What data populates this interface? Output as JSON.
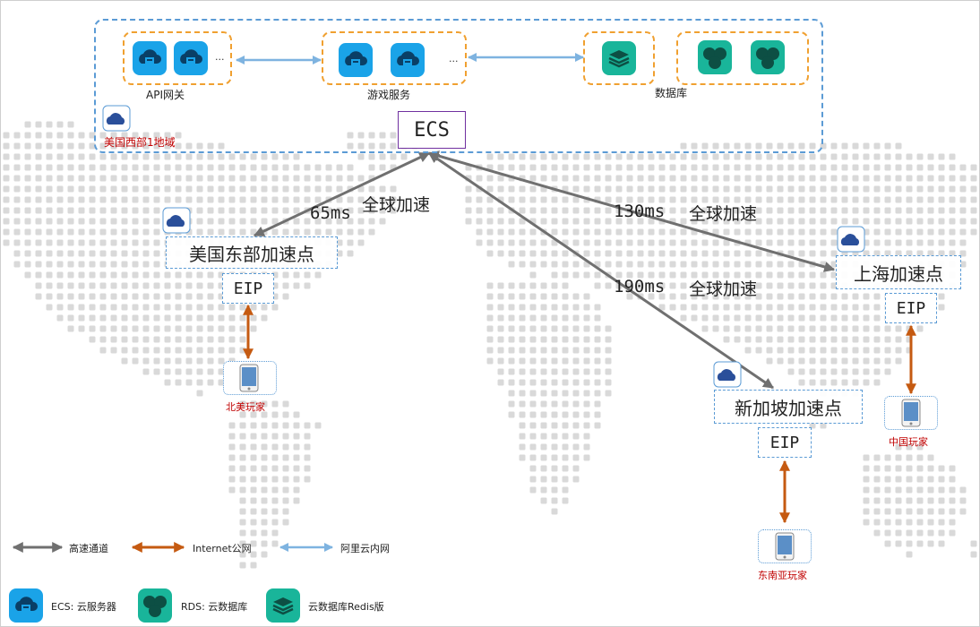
{
  "region": {
    "name": "美国西部1地域",
    "groups": {
      "api_gateway": "API网关",
      "game_service": "游戏服务",
      "database": "数据库"
    },
    "ellipsis": "...",
    "ecs_label": "ECS"
  },
  "accel_points": [
    {
      "name": "美国东部加速点",
      "eip": "EIP",
      "latency": "65ms",
      "speed": "全球加速",
      "player": "北美玩家"
    },
    {
      "name": "上海加速点",
      "eip": "EIP",
      "latency": "130ms",
      "speed": "全球加速",
      "player": "中国玩家"
    },
    {
      "name": "新加坡加速点",
      "eip": "EIP",
      "latency": "190ms",
      "speed": "全球加速",
      "player": "东南亚玩家"
    }
  ],
  "legend": {
    "lines": [
      {
        "label": "高速通道",
        "color": "#707070"
      },
      {
        "label": "Internet公网",
        "color": "#c55a11"
      },
      {
        "label": "阿里云内网",
        "color": "#7eb3e0"
      }
    ],
    "icons": [
      {
        "label": "ECS: 云服务器",
        "icon": "ecs-icon"
      },
      {
        "label": "RDS: 云数据库",
        "icon": "rds-icon"
      },
      {
        "label": "云数据库Redis版",
        "icon": "redis-icon"
      }
    ]
  },
  "colors": {
    "region_border": "#5b9bd5",
    "group_border": "#f0a030",
    "icon_blue": "#1aa3e8",
    "icon_green": "#19b59a",
    "player_label": "#c00000"
  }
}
